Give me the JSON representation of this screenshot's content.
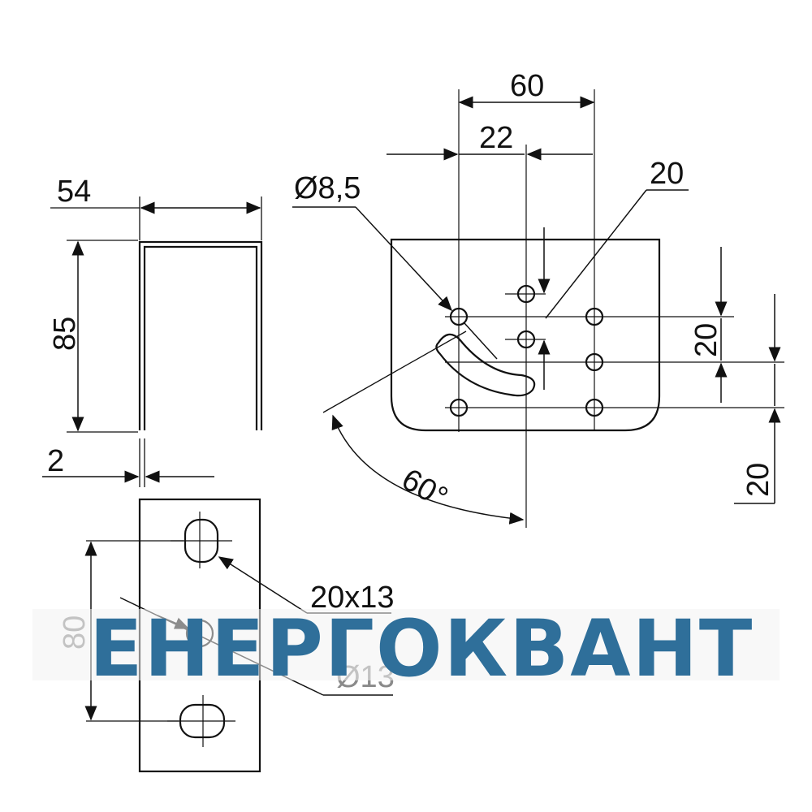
{
  "dimensions": {
    "width_54": "54",
    "height_85": "85",
    "thickness_2": "2",
    "span_60": "60",
    "offset_22": "22",
    "slot_20": "20",
    "hole_d85": "Ø8,5",
    "pitch_20_a": "20",
    "pitch_20_b": "20",
    "angle_60": "60°",
    "slot_20x13": "20x13",
    "hole_d13": "Ø13",
    "spacing_80": "80"
  },
  "watermark": "ЕНЕРГОКВАНТ",
  "colors": {
    "line": "#111111",
    "watermark": "#2f6f9a"
  }
}
